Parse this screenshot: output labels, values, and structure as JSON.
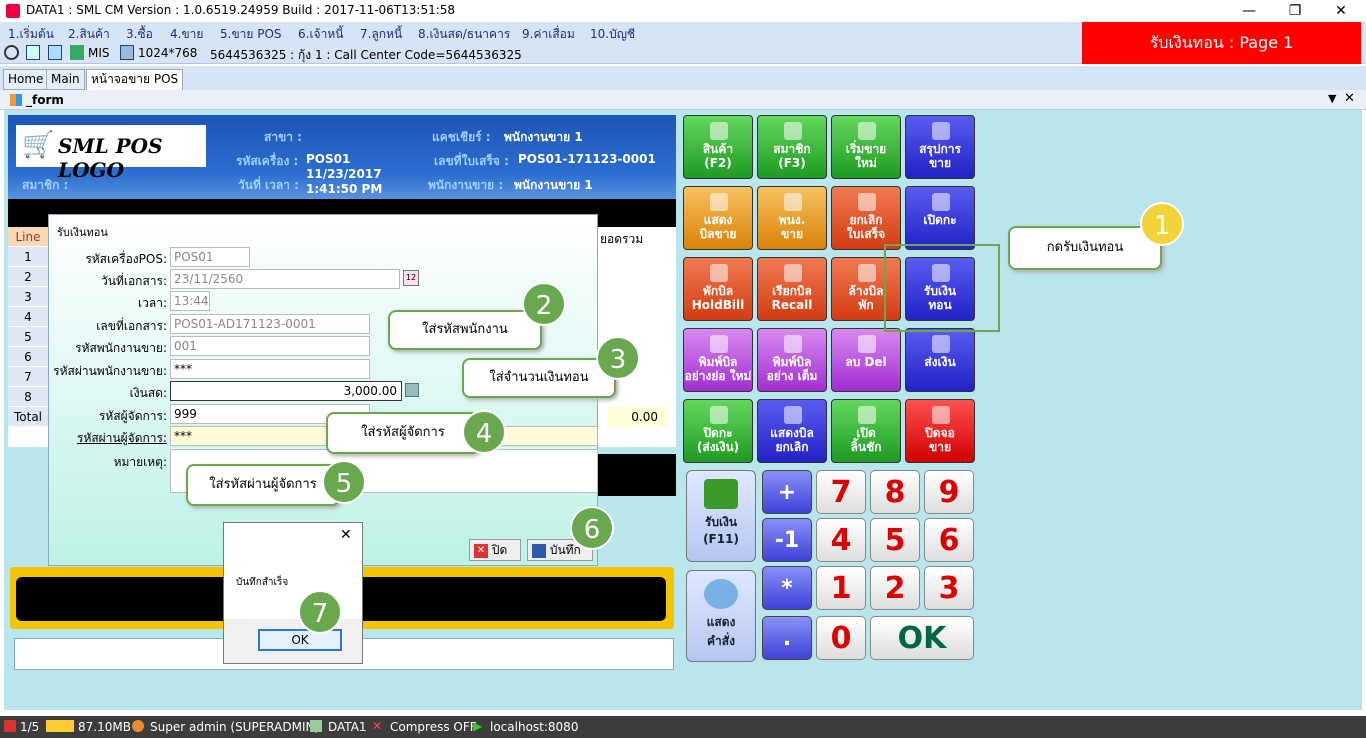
{
  "window": {
    "title": "DATA1 : SML CM Version : 1.0.6519.24959  Build : 2017-11-06T13:51:58"
  },
  "menu": [
    "1.เริ่มต้น",
    "2.สินค้า",
    "3.ซื้อ",
    "4.ขาย",
    "5.ขาย POS",
    "6.เจ้าหนี้",
    "7.ลูกหนี้",
    "8.เงินสด/ธนาคาร",
    "9.ค่าเสื่อม",
    "10.บัญชี"
  ],
  "toolbar": {
    "mis": "MIS",
    "resolution": "1024*768",
    "info": "5644536325 : กุ้ง 1 : Call Center Code=5644536325"
  },
  "banner": "รับเงินทอน : Page 1",
  "tabs": [
    "Home",
    "Main",
    "หน้าจอขาย POS"
  ],
  "form_title": "_form",
  "header": {
    "logo": "SML POS LOGO",
    "branch_label": "สาขา :",
    "cashier_label": "แคชเชียร์ :",
    "cashier": "พนักงานขาย 1",
    "machine_label": "รหัสเครื่อง :",
    "machine": "POS01",
    "receipt_label": "เลขที่ใบเสร็จ :",
    "receipt": "POS01-171123-0001",
    "member_label": "สมาชิก :",
    "datetime_label": "วันที่ เวลา :",
    "date": "11/23/2017",
    "time": "1:41:50 PM",
    "seller_label": "พนักงานขาย :",
    "seller": "พนักงานขาย 1"
  },
  "grid": {
    "line_header": "Line",
    "total_header": "ยอดรวม",
    "rows": [
      "1",
      "2",
      "3",
      "4",
      "5",
      "6",
      "7",
      "8"
    ],
    "total_label": "Total",
    "total_value": "0.00"
  },
  "dialog": {
    "title": "รับเงินทอน",
    "pos_label": "รหัสเครื่องPOS:",
    "pos": "POS01",
    "docdate_label": "วันที่เอกสาร:",
    "docdate": "23/11/2560",
    "time_label": "เวลา:",
    "time": "13:44",
    "docno_label": "เลขที่เอกสาร:",
    "docno": "POS01-AD171123-0001",
    "emp_label": "รหัสพนักงานขาย:",
    "emp": "001",
    "emppw_label": "รหัสผ่านพนักงานขาย:",
    "emppw": "***",
    "cash_label": "เงินสด:",
    "cash": "3,000.00",
    "mgr_label": "รหัสผู้จัดการ:",
    "mgr": "999",
    "mgrpw_label": "รหัสผ่านผู้จัดการ:",
    "mgrpw": "***",
    "note_label": "หมายเหตุ:",
    "close": "ปิด",
    "save": "บันทึก"
  },
  "msgbox": {
    "text": "บันทึกสำเร็จ",
    "ok": "OK",
    "close": "✕"
  },
  "callouts": {
    "c1": "กดรับเงินทอน",
    "c2": "ใส่รหัสพนักงาน",
    "c3": "ใส่จำนวนเงินทอน",
    "c4": "ใส่รหัสผู้จัดการ",
    "c5": "ใส่รหัสผ่านผู้จัดการ"
  },
  "steps": [
    "1",
    "2",
    "3",
    "4",
    "5",
    "6",
    "7"
  ],
  "fbuttons": [
    [
      "สินค้า",
      "(F2)"
    ],
    [
      "สมาชิก",
      "(F3)"
    ],
    [
      "เริ่มขาย",
      "ใหม่"
    ],
    [
      "สรุปการ",
      "ขาย"
    ],
    [
      "แสดง",
      "บิลขาย"
    ],
    [
      "พนง.",
      "ขาย"
    ],
    [
      "ยกเลิก",
      "ใบเสร็จ"
    ],
    [
      "เปิดกะ",
      ""
    ],
    [
      "พักบิล",
      "HoldBill"
    ],
    [
      "เรียกบิล",
      "Recall"
    ],
    [
      "ล้างบิล",
      "พัก"
    ],
    [
      "รับเงิน",
      "ทอน"
    ],
    [
      "พิมพ์บิล",
      "อย่างย่อ ใหม่"
    ],
    [
      "พิมพ์บิล",
      "อย่าง เต็ม"
    ],
    [
      "ลบ  Del",
      ""
    ],
    [
      "ส่งเงิน",
      ""
    ],
    [
      "ปิดกะ",
      "(ส่งเงิน)"
    ],
    [
      "แสดงบิล",
      "ยกเลิก"
    ],
    [
      "เปิด",
      "ลิ้นชัก"
    ],
    [
      "ปิดจอ",
      "ขาย"
    ]
  ],
  "keypad": {
    "receive": "รับเงิน",
    "receive2": "(F11)",
    "show": "แสดง",
    "show2": "คำสั่ง",
    "plus": "+",
    "minus": "-1",
    "star": "*",
    "dot": ".",
    "ok": "OK",
    "digits": [
      "7",
      "8",
      "9",
      "4",
      "5",
      "6",
      "1",
      "2",
      "3",
      "0"
    ]
  },
  "status": {
    "page": "1/5",
    "mem": "87.10MB",
    "user": "Super admin (SUPERADMIN)",
    "db": "DATA1",
    "compress": "Compress OFF",
    "host": "localhost:8080"
  }
}
